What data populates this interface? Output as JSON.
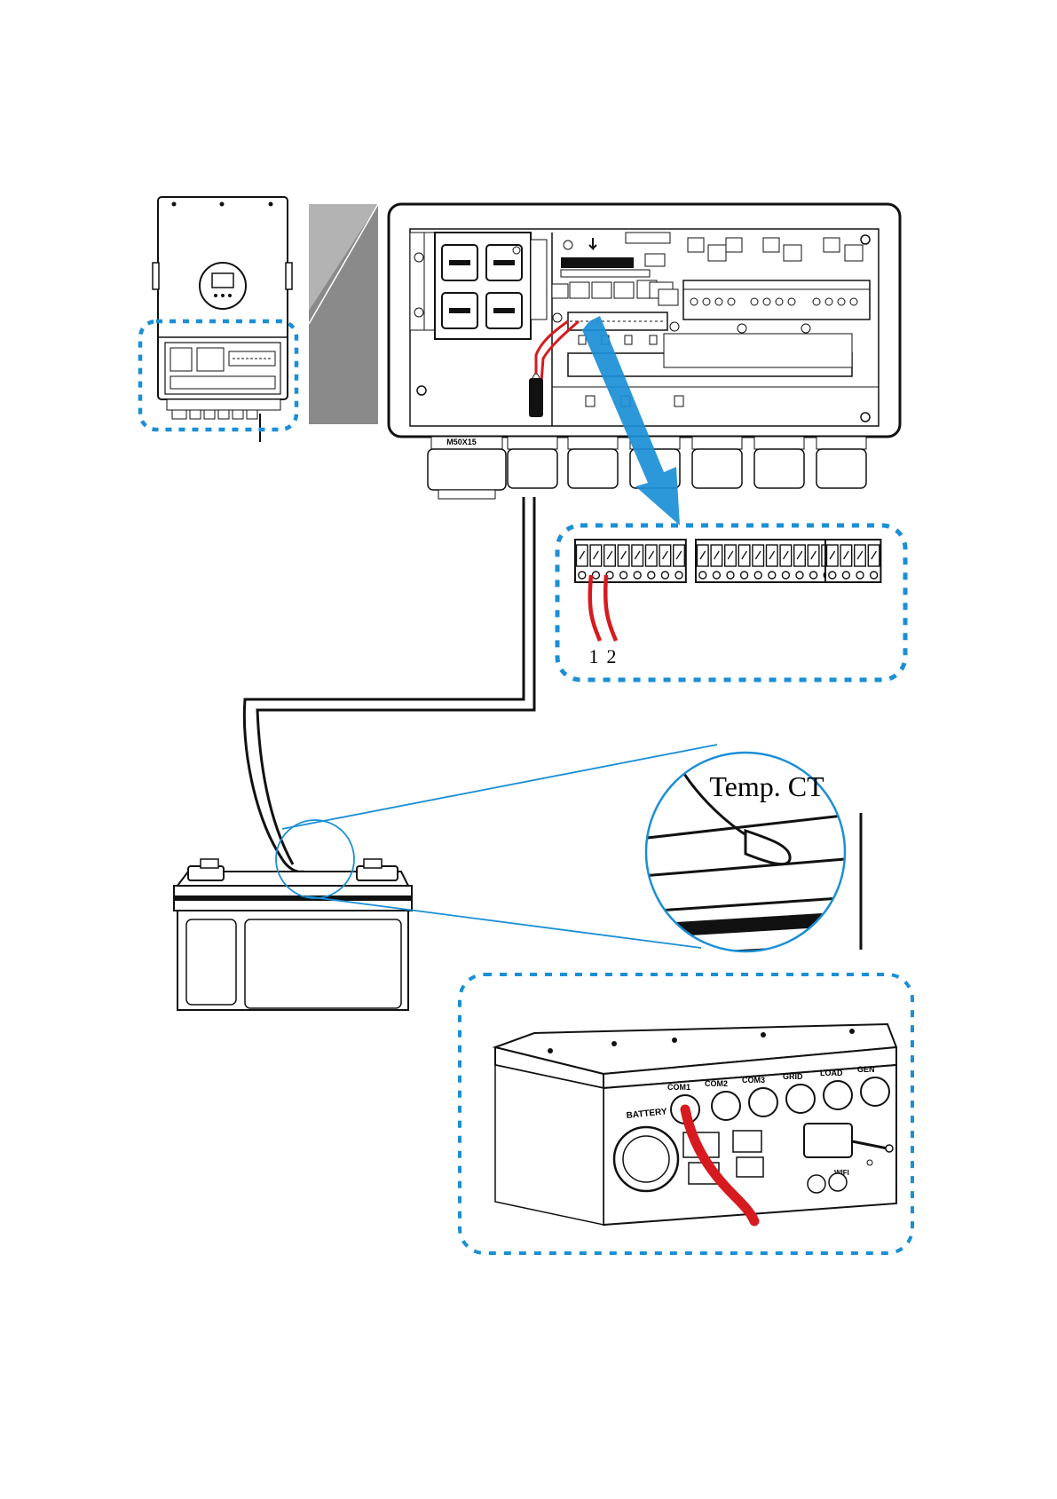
{
  "colors": {
    "accent_blue": "#1b8fd6",
    "wire_red": "#d61a1f",
    "line_black": "#111111",
    "wall_gray": "#8a8a8a"
  },
  "labels": {
    "terminal_pin_1": "1",
    "terminal_pin_2": "2",
    "sensor_label": "Temp. CT",
    "gland_label": "M50X15"
  },
  "ports": {
    "battery": "BATTERY",
    "com1": "COM1",
    "com2": "COM2",
    "com3": "COM3",
    "grid": "GRID",
    "load": "LOAD",
    "gen": "GEN",
    "wifi": "WIFI"
  }
}
